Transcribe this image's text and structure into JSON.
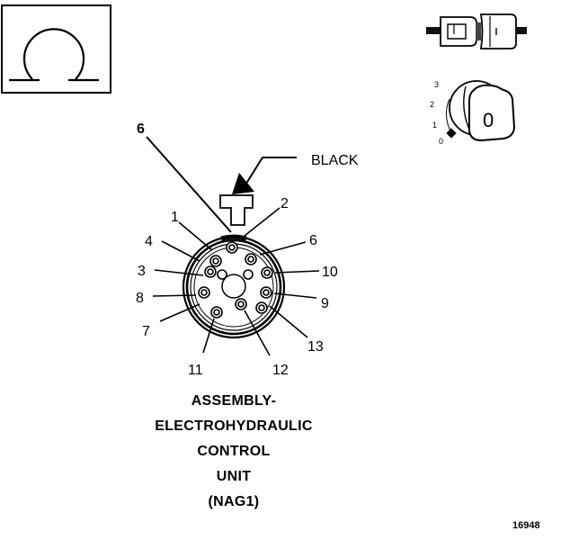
{
  "symbol": {
    "name": "omega-icon"
  },
  "pin_labels": {
    "top_black": "6",
    "p1": "1",
    "p2": "2",
    "p3": "3",
    "p4": "4",
    "p6": "6",
    "p7": "7",
    "p8": "8",
    "p9": "9",
    "p10": "10",
    "p11": "11",
    "p12": "12",
    "p13": "13"
  },
  "color_label": "BLACK",
  "key_scale": {
    "s3": "3",
    "s2": "2",
    "s1": "1",
    "s0": "0",
    "key_face": "0"
  },
  "title_lines": [
    "ASSEMBLY-",
    "ELECTROHYDRAULIC",
    "CONTROL",
    "UNIT",
    "(NAG1)"
  ],
  "figure_id": "16948"
}
